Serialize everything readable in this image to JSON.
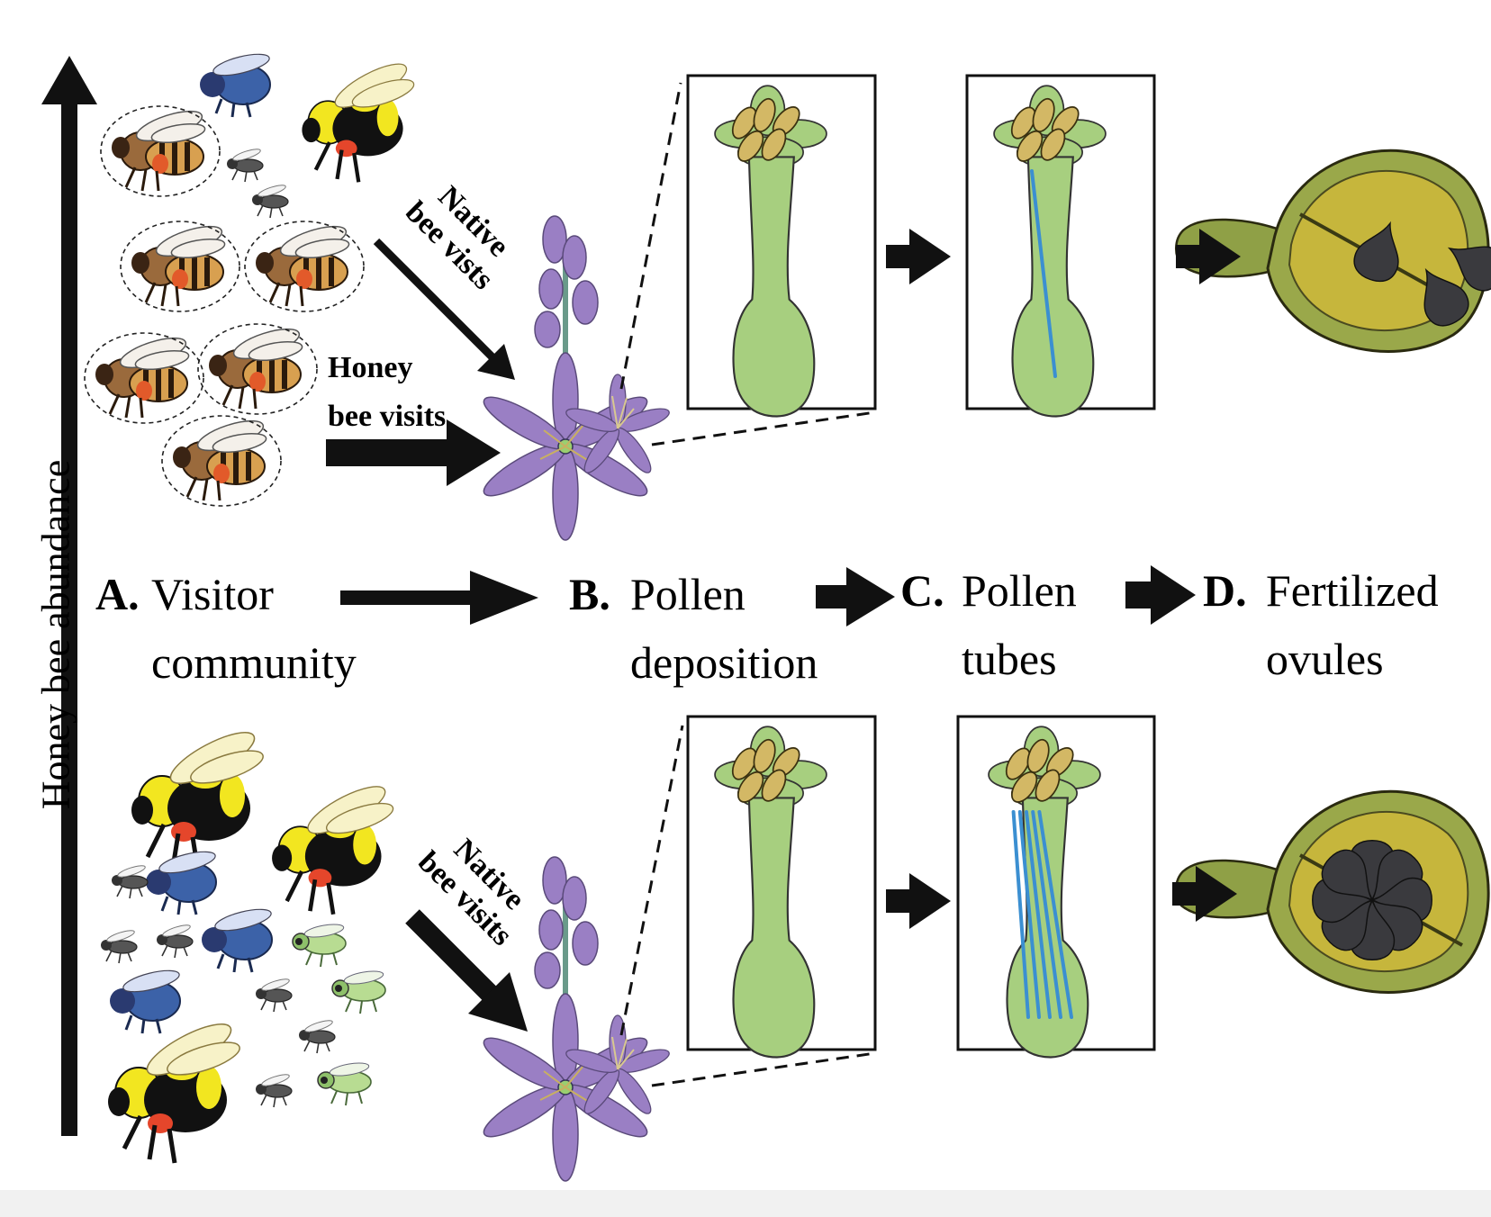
{
  "axis_label": "Honey bee abundance",
  "stages": [
    {
      "letter": "A.",
      "line1": "Visitor",
      "line2": "community"
    },
    {
      "letter": "B.",
      "line1": "Pollen",
      "line2": "deposition"
    },
    {
      "letter": "C.",
      "line1": "Pollen",
      "line2": "tubes"
    },
    {
      "letter": "D.",
      "line1": "Fertilized",
      "line2": "ovules"
    }
  ],
  "top_panel": {
    "native_label_1": "Native",
    "native_label_2": "bee vists",
    "honey_label_1": "Honey",
    "honey_label_2": "bee visits",
    "pollen_tube_count": 1,
    "fertilized_ovule_count": 3
  },
  "bottom_panel": {
    "native_label_1": "Native",
    "native_label_2": "bee visits",
    "pollen_tube_count": 5,
    "fertilized_ovule_count": 8
  },
  "colors": {
    "flower_petal": "#9a7fc4",
    "stigma_green": "#a7cf7f",
    "pollen_grain": "#d3b865",
    "pollen_tube": "#3b8fd1",
    "ovary_wall": "#9aa84a",
    "ovule_dark": "#3a3a3e",
    "honey_bee": "#b07c45",
    "bumble_bee_yellow": "#f2e620",
    "blue_bee": "#3c62a8",
    "green_bee": "#b8dc92"
  }
}
